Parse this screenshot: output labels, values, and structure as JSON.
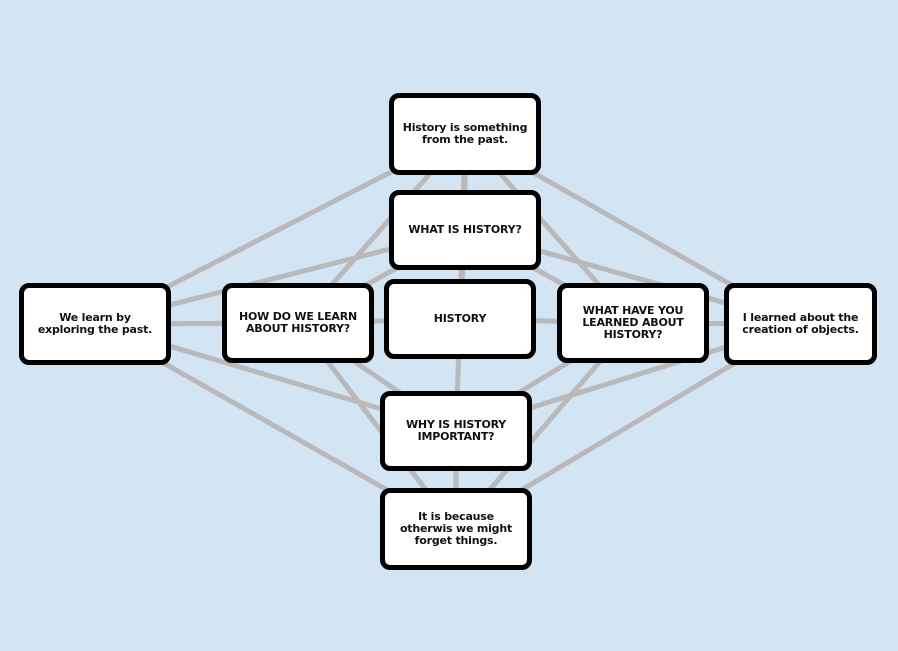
{
  "colors": {
    "background": "#d3e4f2",
    "node_fill": "#ffffff",
    "node_border": "#000000",
    "connector": "#b9b9bb",
    "text": "#111111"
  },
  "nodes": [
    {
      "id": "top-definition",
      "text": "History is something from the past."
    },
    {
      "id": "what-is-history",
      "text": "WHAT IS HISTORY?"
    },
    {
      "id": "learn-explore",
      "text": "We learn by exploring the past."
    },
    {
      "id": "how-learn-history",
      "text": "HOW DO WE LEARN ABOUT HISTORY?"
    },
    {
      "id": "history-center",
      "text": "HISTORY"
    },
    {
      "id": "what-have-learned",
      "text": "WHAT HAVE YOU LEARNED ABOUT HISTORY?"
    },
    {
      "id": "learned-creation",
      "text": "I learned about the creation of objects."
    },
    {
      "id": "why-history-important",
      "text": "WHY IS HISTORY IMPORTANT?"
    },
    {
      "id": "forget-things",
      "text": "It is because otherwis we might forget things."
    }
  ],
  "edges": [
    {
      "from": "top-definition",
      "to": "what-is-history"
    },
    {
      "from": "top-definition",
      "to": "learn-explore"
    },
    {
      "from": "top-definition",
      "to": "how-learn-history"
    },
    {
      "from": "top-definition",
      "to": "history-center"
    },
    {
      "from": "top-definition",
      "to": "what-have-learned"
    },
    {
      "from": "top-definition",
      "to": "learned-creation"
    },
    {
      "from": "what-is-history",
      "to": "learn-explore"
    },
    {
      "from": "what-is-history",
      "to": "how-learn-history"
    },
    {
      "from": "what-is-history",
      "to": "history-center"
    },
    {
      "from": "what-is-history",
      "to": "what-have-learned"
    },
    {
      "from": "what-is-history",
      "to": "learned-creation"
    },
    {
      "from": "learn-explore",
      "to": "how-learn-history"
    },
    {
      "from": "learn-explore",
      "to": "why-history-important"
    },
    {
      "from": "learn-explore",
      "to": "forget-things"
    },
    {
      "from": "how-learn-history",
      "to": "history-center"
    },
    {
      "from": "how-learn-history",
      "to": "why-history-important"
    },
    {
      "from": "how-learn-history",
      "to": "forget-things"
    },
    {
      "from": "history-center",
      "to": "what-have-learned"
    },
    {
      "from": "history-center",
      "to": "why-history-important"
    },
    {
      "from": "what-have-learned",
      "to": "learned-creation"
    },
    {
      "from": "what-have-learned",
      "to": "why-history-important"
    },
    {
      "from": "what-have-learned",
      "to": "forget-things"
    },
    {
      "from": "learned-creation",
      "to": "why-history-important"
    },
    {
      "from": "learned-creation",
      "to": "forget-things"
    },
    {
      "from": "why-history-important",
      "to": "forget-things"
    }
  ]
}
